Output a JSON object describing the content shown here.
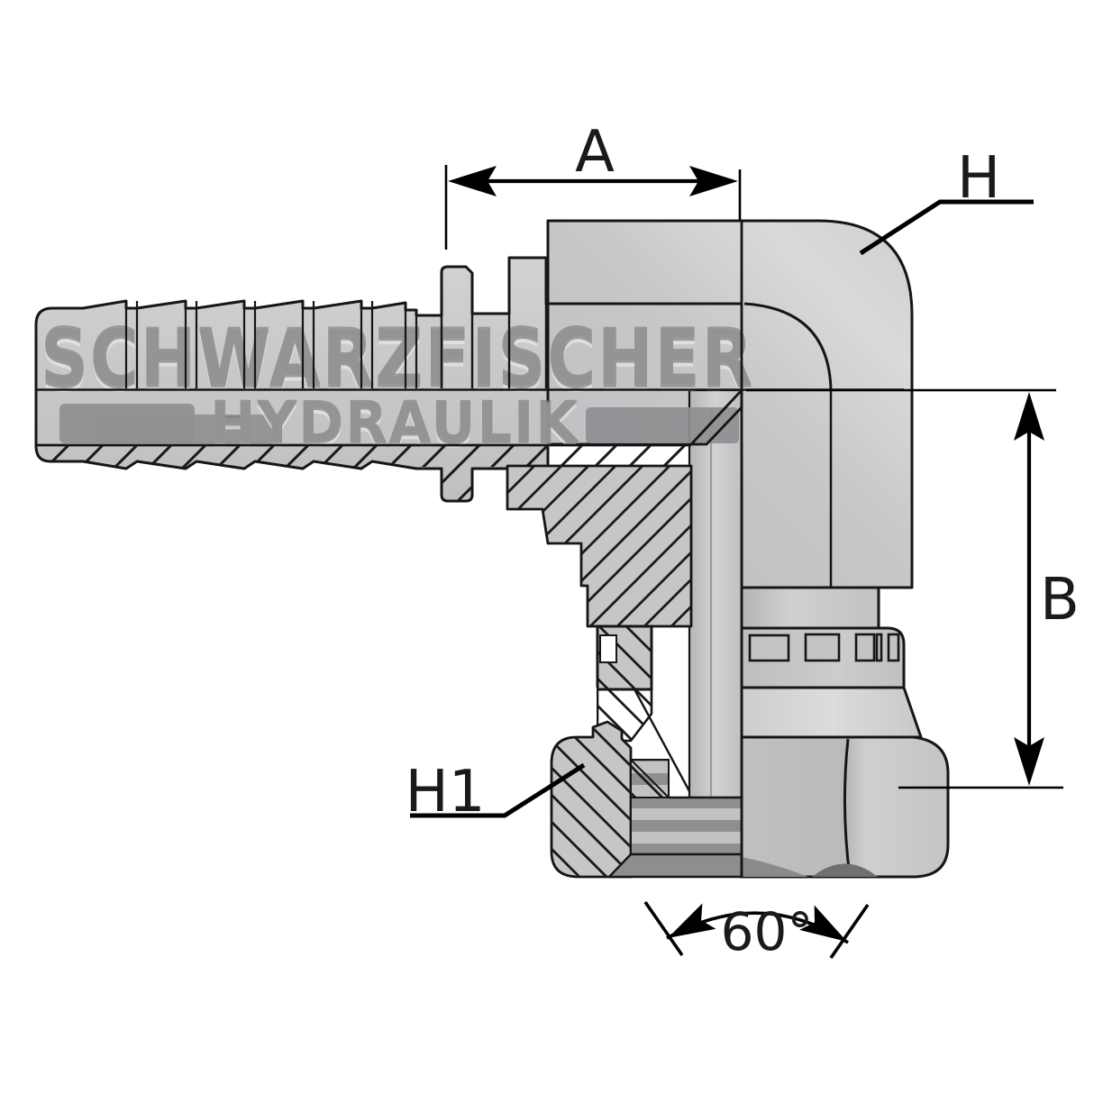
{
  "watermark": {
    "line1": "SCHWARZFISCHER",
    "line2": "HYDRAULIK"
  },
  "dimension_labels": {
    "a": "A",
    "h": "H",
    "b": "B",
    "h1": "H1",
    "angle": "60°"
  },
  "colors": {
    "background": "#ffffff",
    "body_gray": "#c6c6c8",
    "body_light": "#d8d8da",
    "body_dark": "#aeaeb0",
    "outline": "#161616",
    "thread_dark": "#8f8f91",
    "section_dark_band": "#8e8e90",
    "watermark_gray": "#939396",
    "dimension_line": "#000000"
  }
}
